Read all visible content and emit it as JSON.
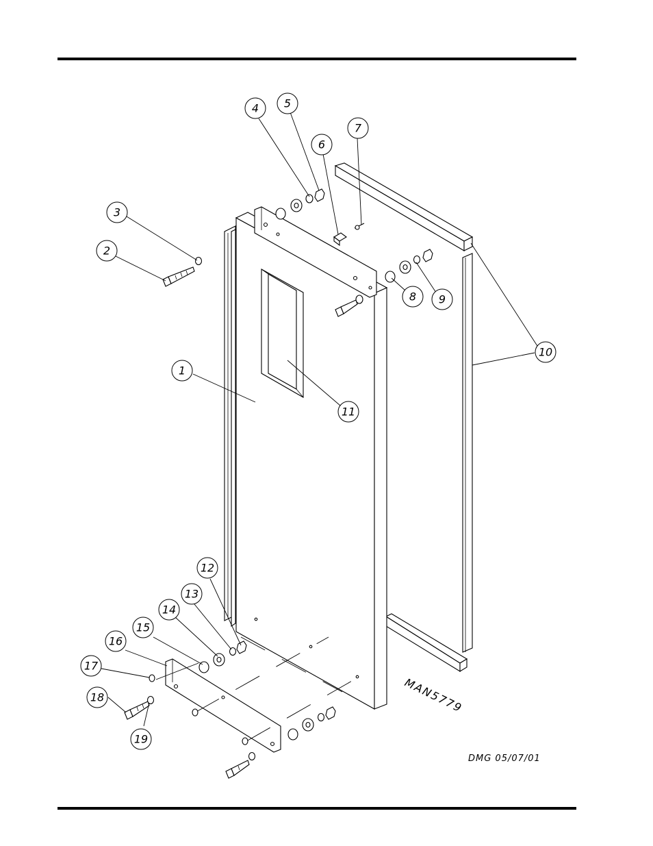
{
  "drawing_id": "MAN5779",
  "drafter_date": "DMG  05/07/01",
  "callouts": [
    "1",
    "2",
    "3",
    "4",
    "5",
    "6",
    "7",
    "8",
    "9",
    "10",
    "11",
    "12",
    "13",
    "14",
    "15",
    "16",
    "17",
    "18",
    "19"
  ]
}
